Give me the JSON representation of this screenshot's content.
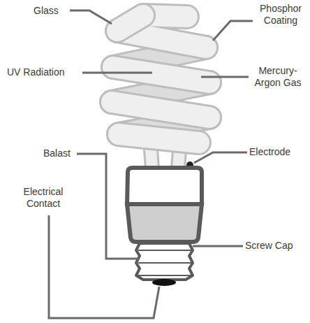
{
  "diagram": {
    "labels": [
      "Glass",
      "Phosphor Coating",
      "UV Radiation",
      "Mercury-Argon Gas",
      "Balast",
      "Electrode",
      "Electrical Contact",
      "Screw Cap"
    ]
  }
}
